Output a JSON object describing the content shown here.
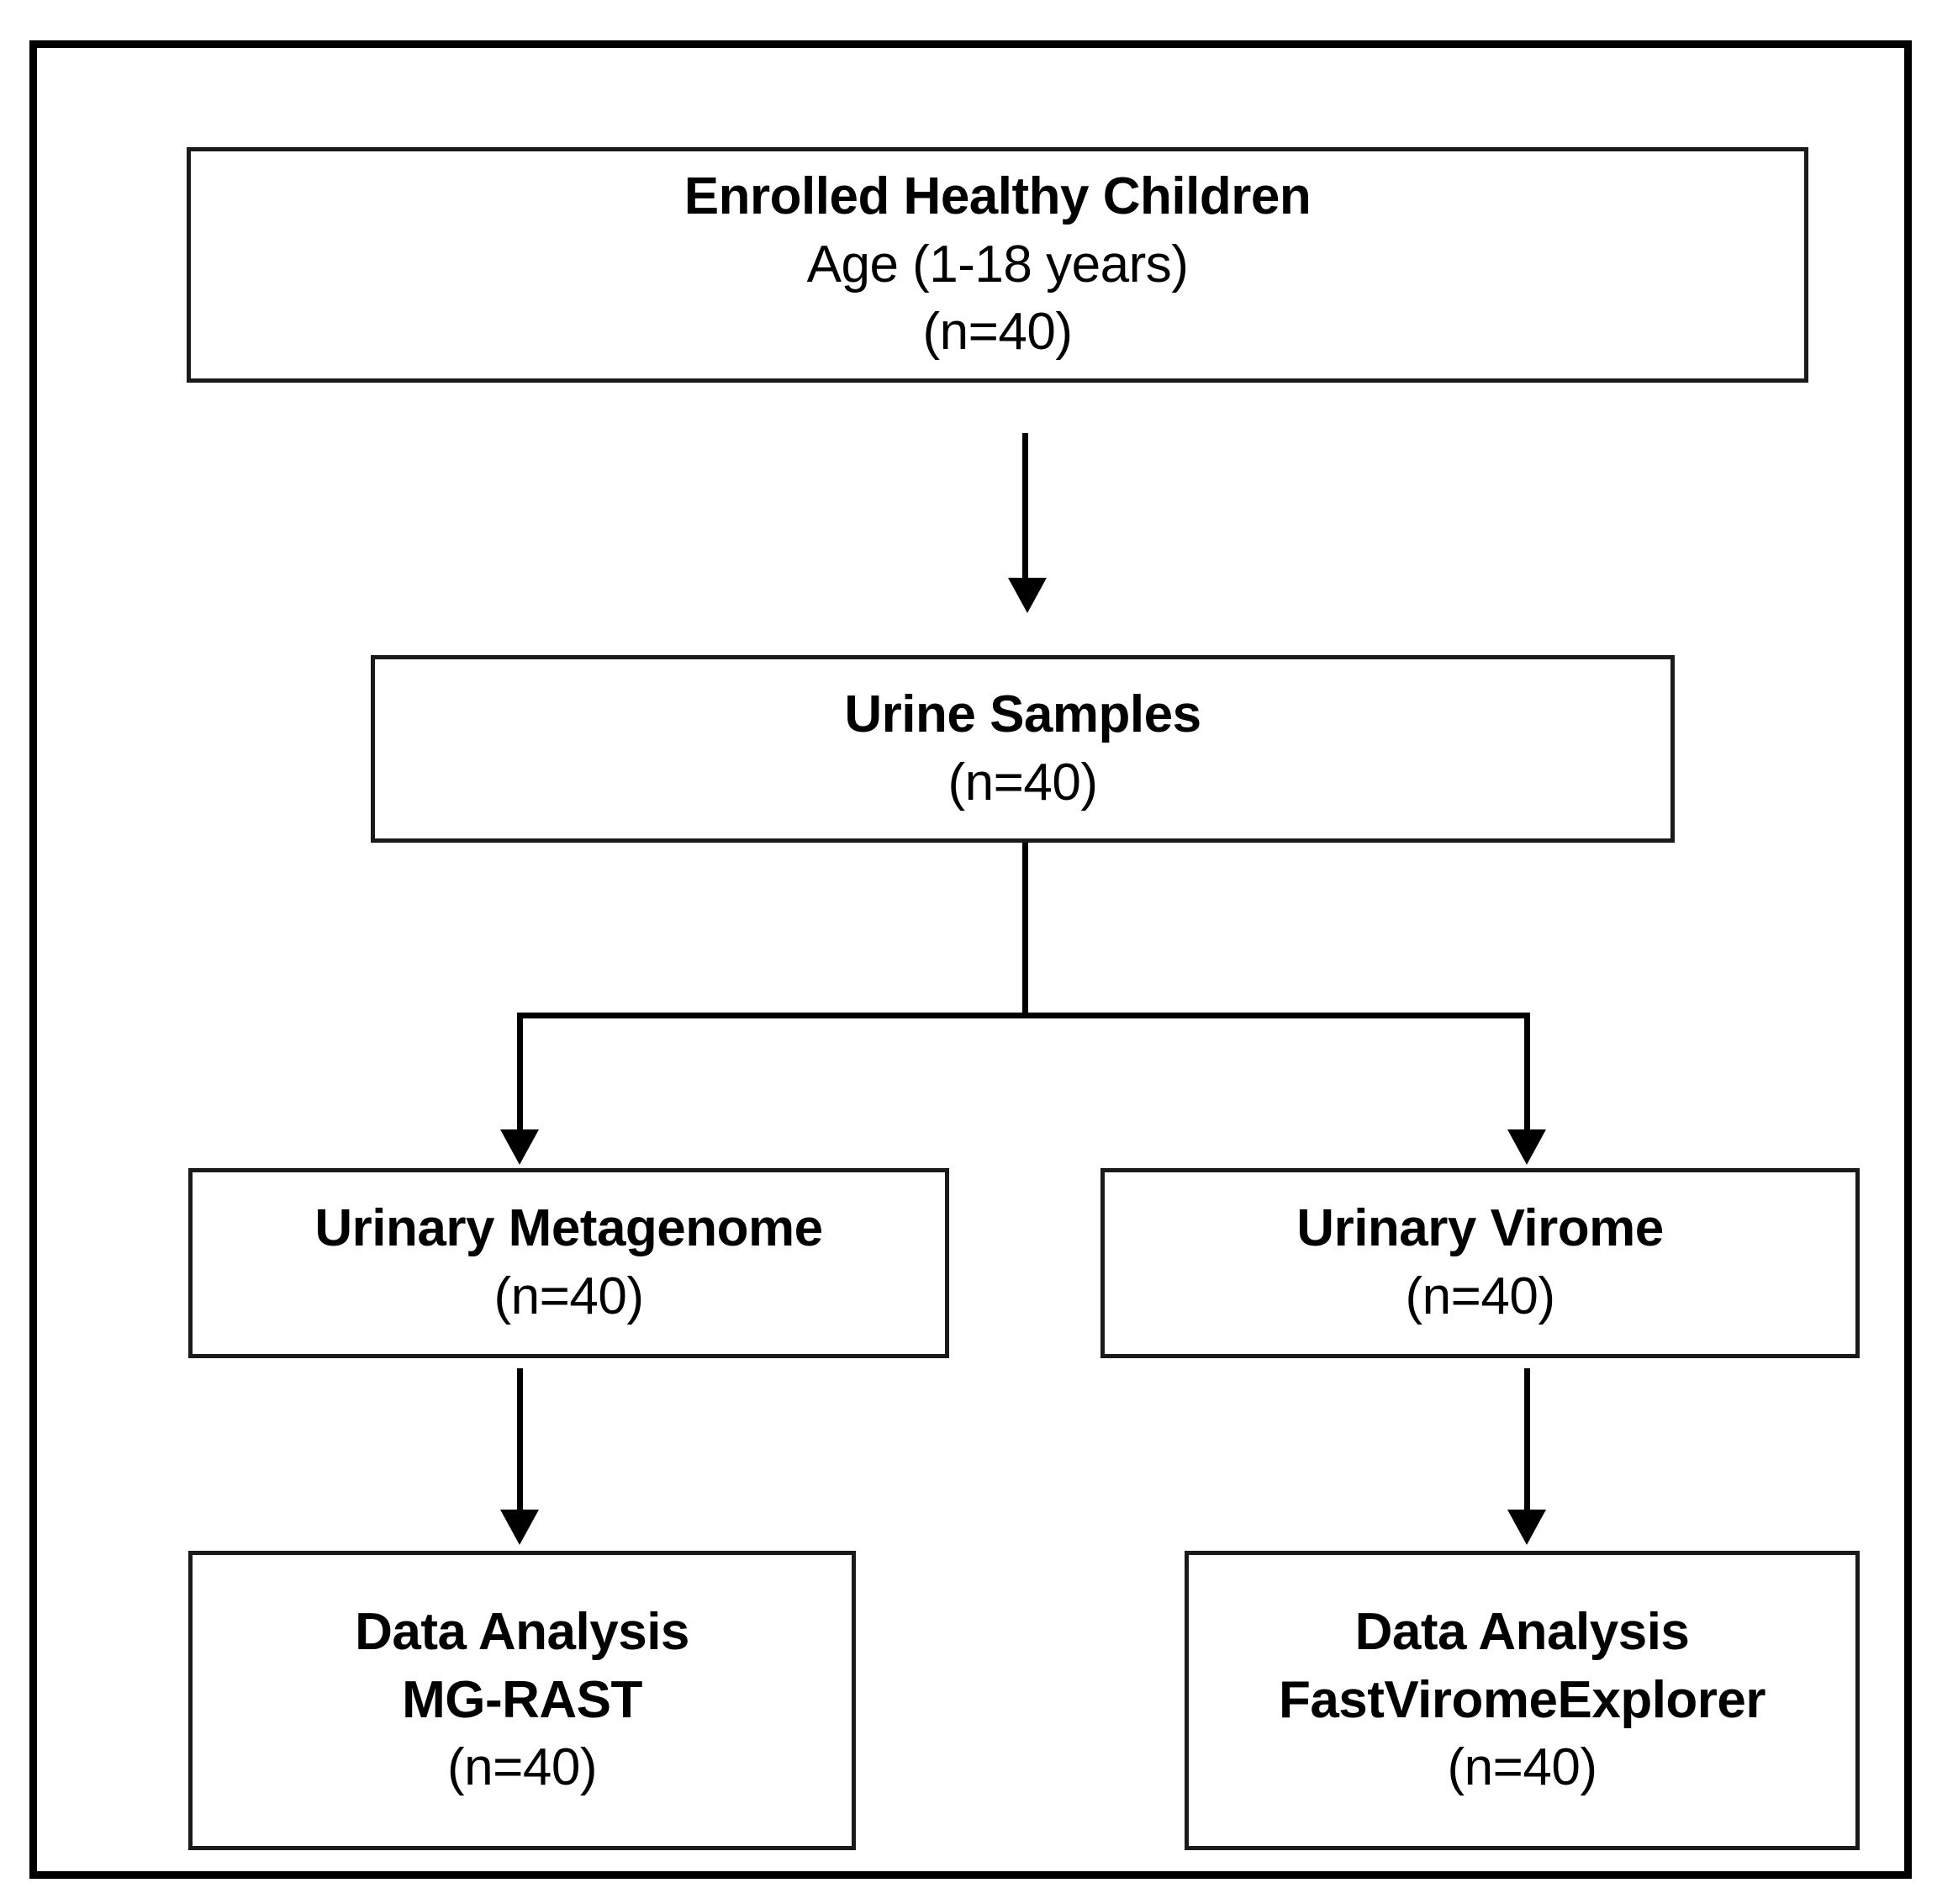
{
  "diagram": {
    "title": "Study workflow flowchart",
    "colors": {
      "frame": "#000000",
      "box_border": "#1a1a1a",
      "background": "#ffffff",
      "text": "#000000"
    },
    "nodes": {
      "enrolled": {
        "title": "Enrolled Healthy Children",
        "age": "Age (1-18 years)",
        "count": "(n=40)"
      },
      "urine_samples": {
        "title": "Urine Samples",
        "count": "(n=40)"
      },
      "metagenome": {
        "title": "Urinary Metagenome",
        "count": "(n=40)"
      },
      "virome": {
        "title": "Urinary Virome",
        "count": "(n=40)"
      },
      "analysis_mgrast": {
        "title": "Data Analysis",
        "tool": "MG-RAST",
        "count": "(n=40)"
      },
      "analysis_fve": {
        "title": "Data Analysis",
        "tool": "FastViromeExplorer",
        "count": "(n=40)"
      }
    },
    "connectors": [
      {
        "name": "enrolled-to-urine-samples",
        "type": "arrow-down"
      },
      {
        "name": "urine-samples-split",
        "type": "split-branch"
      },
      {
        "name": "metagenome-to-analysis",
        "type": "arrow-down"
      },
      {
        "name": "virome-to-analysis",
        "type": "arrow-down"
      }
    ]
  }
}
